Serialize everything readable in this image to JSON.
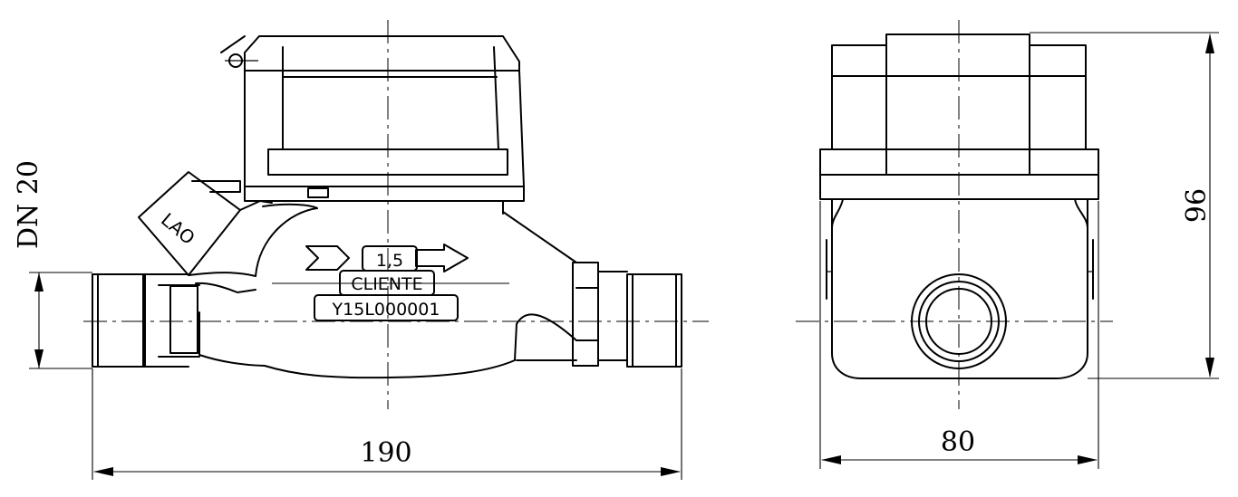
{
  "dimensions": {
    "length": "190",
    "width": "80",
    "height": "96",
    "nominal_diameter": "DN 20"
  },
  "markings": {
    "brand": "LAO",
    "flow_rate": "1,5",
    "client": "CLIENTE",
    "serial": "Y15L000001"
  }
}
